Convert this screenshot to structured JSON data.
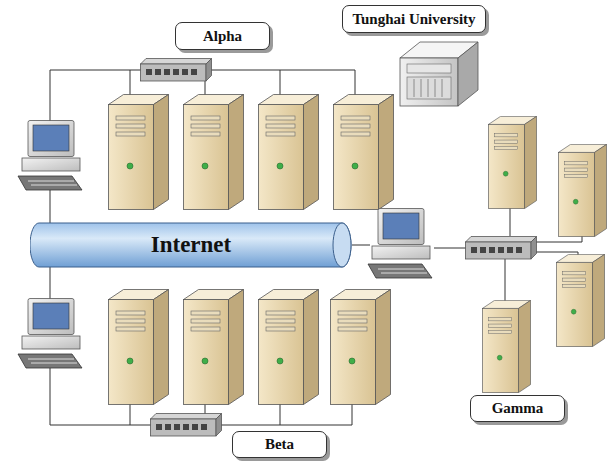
{
  "diagram": {
    "nodes": [
      {
        "text": [
          "Alpha"
        ]
      },
      {
        "text": [
          "Tunghai University"
        ]
      },
      {
        "text": [
          "Internet"
        ]
      },
      {
        "text": [
          "Gamma"
        ]
      },
      {
        "text": [
          "Beta"
        ]
      }
    ]
  }
}
